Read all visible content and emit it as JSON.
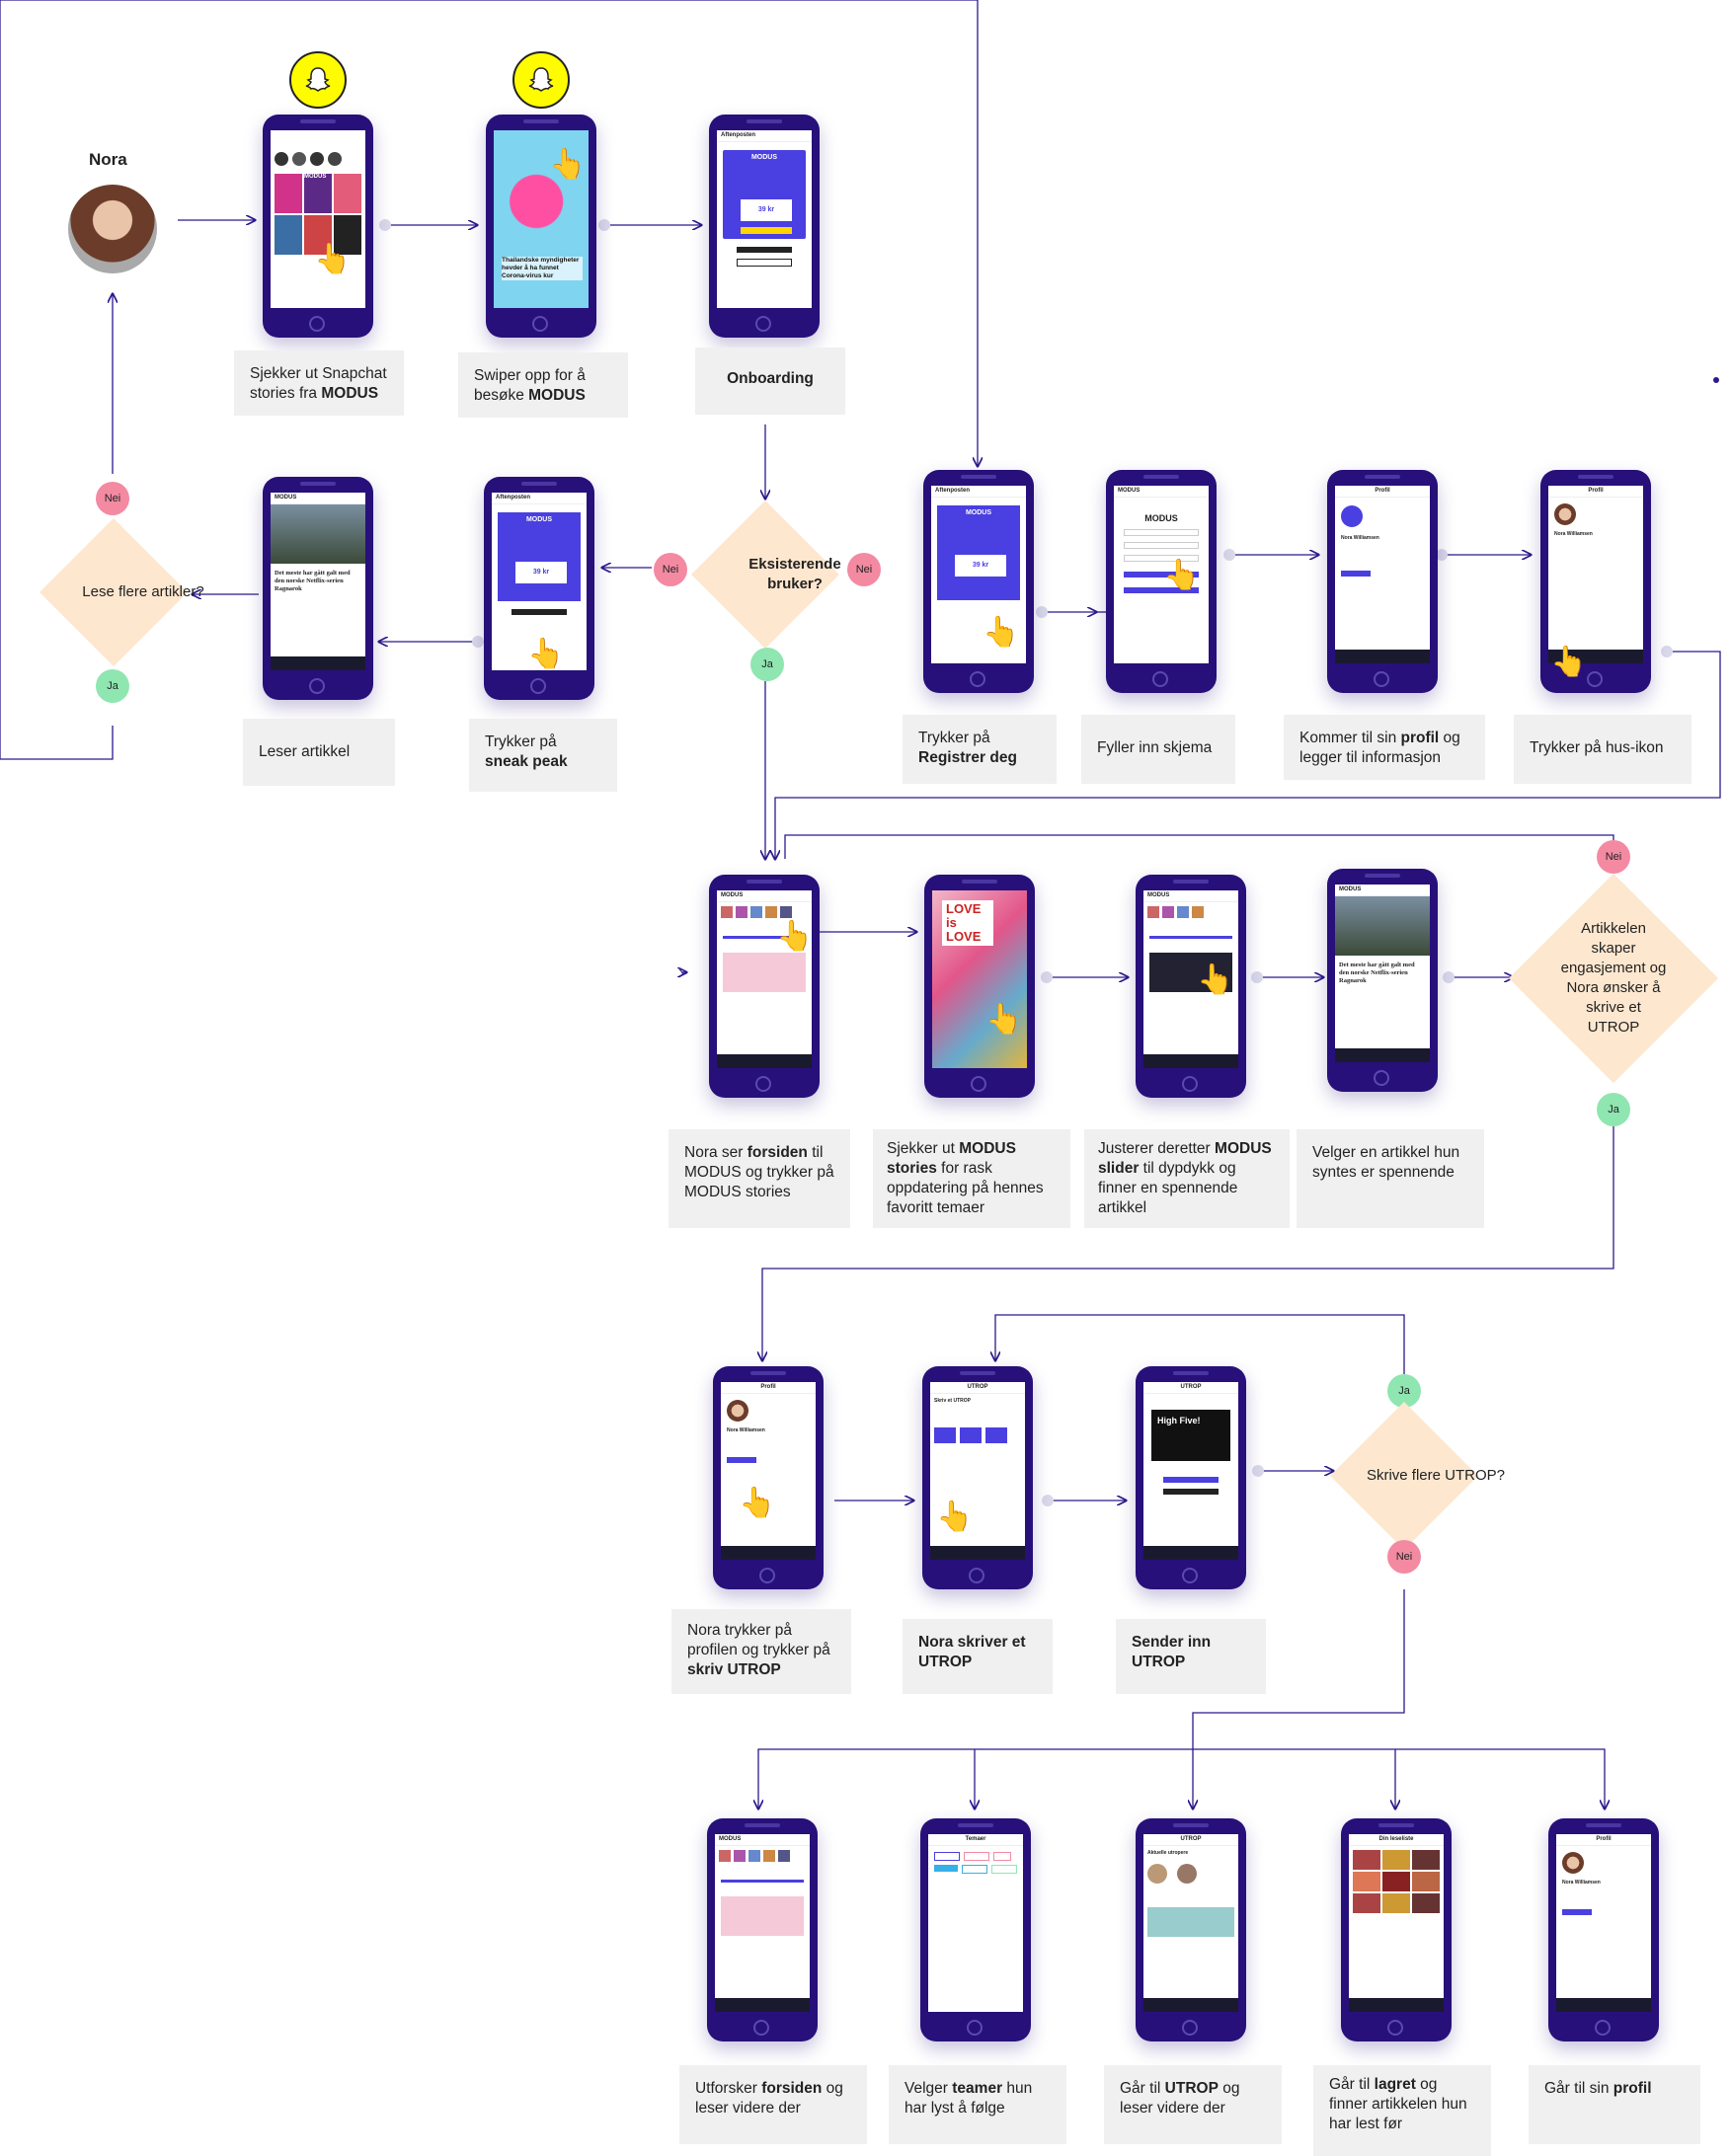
{
  "persona": {
    "name": "Nora"
  },
  "decisions": {
    "lese_flere": "Lese flere artikler?",
    "eksisterende": "Eksisterende bruker?",
    "artikkel_engasjement": "Artikkelen skaper engasjement og Nora ønsker å skrive et UTROP",
    "skrive_flere": "Skrive flere UTROP?"
  },
  "badges": {
    "nei": "Nei",
    "ja": "Ja"
  },
  "steps": [
    {
      "id": "s1",
      "text": "Sjekker ut Snapchat stories fra ",
      "bold": "MODUS",
      "after": ""
    },
    {
      "id": "s2",
      "text": "Swiper opp for å besøke ",
      "bold": "MODUS",
      "after": ""
    },
    {
      "id": "s3",
      "text": "",
      "bold": "Onboarding",
      "after": ""
    },
    {
      "id": "s4",
      "text": "Trykker på ",
      "bold": "sneak peak",
      "after": ""
    },
    {
      "id": "s5",
      "text": "Leser artikkel",
      "bold": "",
      "after": ""
    },
    {
      "id": "s6",
      "text": "Trykker på ",
      "bold": "Registrer deg",
      "after": ""
    },
    {
      "id": "s7",
      "text": "Fyller inn skjema",
      "bold": "",
      "after": ""
    },
    {
      "id": "s8",
      "text": "Kommer til sin ",
      "bold": "profil",
      "after": " og legger til informasjon"
    },
    {
      "id": "s9",
      "text": "Trykker på hus-ikon",
      "bold": "",
      "after": ""
    },
    {
      "id": "s10",
      "text": "Nora ser ",
      "bold": "forsiden",
      "after": " til MODUS og trykker på MODUS stories"
    },
    {
      "id": "s11",
      "text": "Sjekker ut ",
      "bold": "MODUS stories",
      "after": " for rask oppdatering på hennes favoritt temaer"
    },
    {
      "id": "s12",
      "text": "Justerer deretter ",
      "bold": "MODUS slider",
      "after": " til dypdykk og finner en spennende artikkel"
    },
    {
      "id": "s13",
      "text": "Velger en artikkel hun syntes er spennende",
      "bold": "",
      "after": ""
    },
    {
      "id": "s14",
      "text": "Nora trykker på profilen og trykker på ",
      "bold": "skriv UTROP",
      "after": ""
    },
    {
      "id": "s15",
      "text": "",
      "bold": "Nora skriver et UTROP",
      "after": ""
    },
    {
      "id": "s16",
      "text": "",
      "bold": "Sender inn UTROP",
      "after": ""
    },
    {
      "id": "s17",
      "text": "Utforsker ",
      "bold": "forsiden",
      "after": " og leser videre der"
    },
    {
      "id": "s18",
      "text": "Velger ",
      "bold": "teamer",
      "after": " hun har lyst å følge"
    },
    {
      "id": "s19",
      "text": "Går til ",
      "bold": "UTROP",
      "after": " og leser videre der"
    },
    {
      "id": "s20",
      "text": "Går til ",
      "bold": "lagret",
      "after": " og finner artikkelen hun har lest før"
    },
    {
      "id": "s21",
      "text": "Går til sin ",
      "bold": "profil",
      "after": ""
    }
  ],
  "screens": {
    "modus": "MODUS",
    "aftenposten": "Aftenposten",
    "price": "39 kr",
    "article_title": "Det meste har gått galt med den norske Netflix-serien Ragnarok",
    "snap_headline": "Thailandske myndigheter hevder å ha funnet Corona-virus kur",
    "highfive": "High Five!",
    "profile_name": "Nora Williamsen",
    "profil": "Profil",
    "utrop": "UTROP",
    "temaer": "Temaer",
    "lagret": "Din leseliste",
    "love": "LOVE is LOVE",
    "aktuelle": "Aktuelle utropere",
    "skriv": "Skriv et UTROP"
  }
}
